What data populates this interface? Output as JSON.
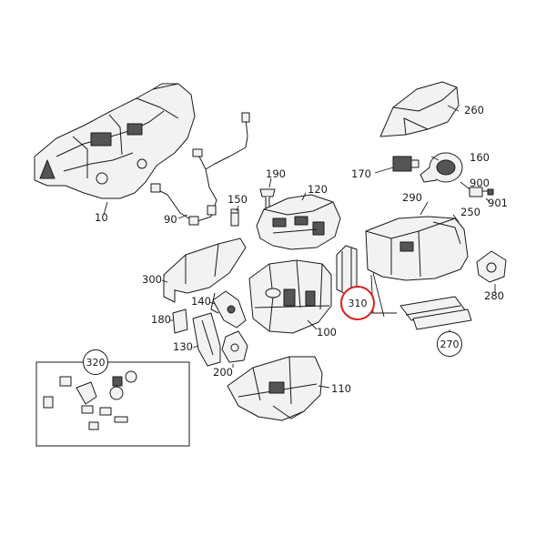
{
  "labels": {
    "p10": "10",
    "p90": "90",
    "p100": "100",
    "p110": "110",
    "p120": "120",
    "p130": "130",
    "p140": "140",
    "p150": "150",
    "p160": "160",
    "p170": "170",
    "p180": "180",
    "p190": "190",
    "p200": "200",
    "p250": "250",
    "p260": "260",
    "p280": "280",
    "p290": "290",
    "p300": "300",
    "p900": "900",
    "p901": "901",
    "c270": "270",
    "c310": "310",
    "c320": "320"
  },
  "colors": {
    "line": "#1a1a1a",
    "fill": "#f2f2f2",
    "dark": "#555555",
    "highlight": "#d81e1e"
  }
}
